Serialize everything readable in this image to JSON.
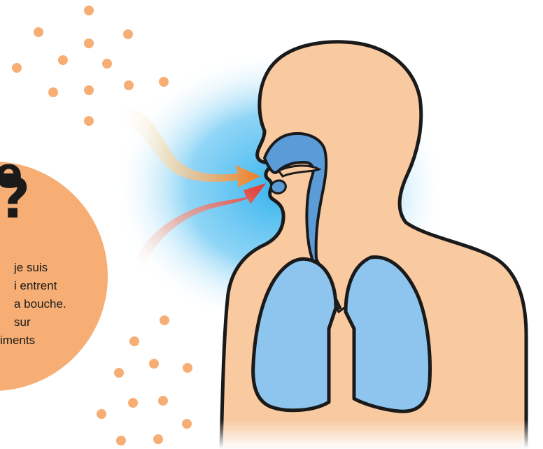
{
  "colors": {
    "accent_orange": "#f6ae74",
    "skin": "#f9c9a0",
    "airway_blue": "#5a9bd8",
    "lung_light": "#8ec5ee",
    "glow_blue": "#35b3ee",
    "arrow_orange": "#f07d22",
    "arrow_red": "#e8322a",
    "outline": "#1a1a1a"
  },
  "headline": {
    "partial_top": "e",
    "question_mark": "?"
  },
  "body_text": {
    "line1": "je suis",
    "line2": "i entrent",
    "line3": "a bouche.",
    "line4": "sur",
    "line5": "iments"
  },
  "illustration": {
    "subject": "respiratory-system-icon",
    "arrows": [
      "air-in-nose-arrow-icon",
      "air-in-mouth-arrow-icon"
    ]
  }
}
